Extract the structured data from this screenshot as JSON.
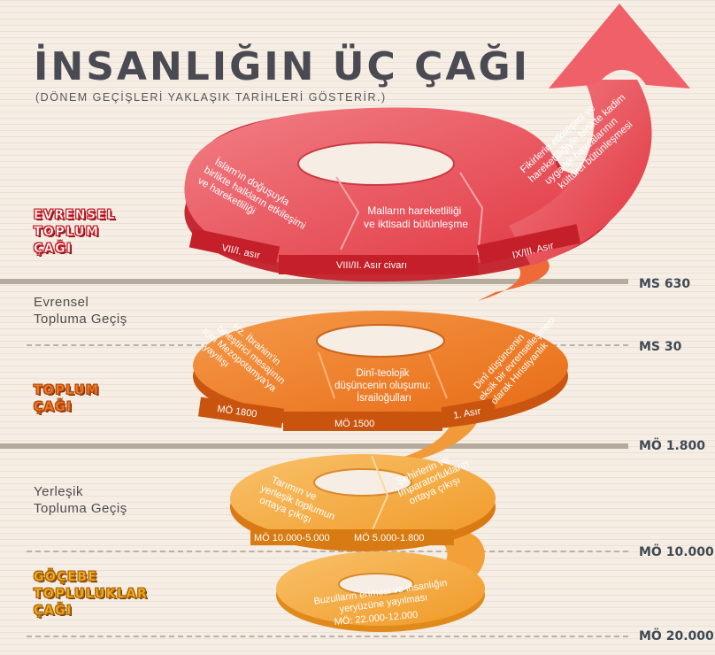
{
  "title": "İNSANLIĞIN ÜÇ ÇAĞI",
  "subtitle": "(DÖNEM GEÇİŞLERİ YAKLAŞIK TARİHLERİ GÖSTERİR.)",
  "eras": {
    "universal": [
      "EVRENSEL",
      "TOPLUM",
      "ÇAĞI"
    ],
    "society": [
      "TOPLUM",
      "ÇAĞI"
    ],
    "nomadic": [
      "GÖÇEBE",
      "TOPLULUKLAR",
      "ÇAĞI"
    ]
  },
  "transitions": {
    "universal": [
      "Evrensel",
      "Topluma Geçiş"
    ],
    "settled": [
      "Yerleşik",
      "Topluma Geçiş"
    ]
  },
  "markers": [
    "MS 630",
    "MS 30",
    "MÖ 1.800",
    "MÖ 10.000",
    "MÖ 20.000"
  ],
  "spiral": {
    "top": {
      "seg1_text": [
        "İslam'ın doğuşuyla",
        "birlikte halkların etkileşimi",
        "ve hareketliliği"
      ],
      "seg2_text": [
        "Malların hareketliliği",
        "ve iktisadi bütünleşme"
      ],
      "seg3_text": [
        "Fikirlerin etkileşimi ve",
        "hareketliliğiyle birlikte kadim",
        "uygarlık havzalarının",
        "kültürel bütünleşmesi"
      ],
      "date1": "VII/I. asır",
      "date2": "VIII/II. Asır civarı",
      "date3": "IX/III. Asır"
    },
    "middle": {
      "seg1_text": [
        "Hz. İbrahim'in",
        "birleştirici mesajının",
        "tüm Mezopotamya'ya",
        "yayılışı"
      ],
      "seg2_text": [
        "Dinî-teolojik",
        "düşüncenin oluşumu:",
        "İsrailoğulları"
      ],
      "seg3_text": [
        "Dinî düşüncenin",
        "eksik bir evrenselleşmesi",
        "olarak Hıristiyanlık"
      ],
      "date1": "MÖ 1800",
      "date2": "MÖ 1500",
      "date3": "1. Asır"
    },
    "lower": {
      "seg1_text": [
        "Tarımın ve",
        "yerleşik toplumun",
        "ortaya çıkışı"
      ],
      "seg2_text": [
        "Şehirlerin ve",
        "İmparatorlukların",
        "ortaya çıkışı"
      ],
      "date1": "MÖ 10.000-5.000",
      "date2": "MÖ 5.000-1.800"
    },
    "bottom": {
      "text": [
        "Buzulların erimesi ve insanlığın",
        "yeryüzüne yayılması"
      ],
      "date": "MÖ: 22.000-12.000"
    }
  },
  "colors": {
    "red": "#e8424a",
    "red_light": "#f07a80",
    "orange": "#f07e22",
    "orange_light": "#f6a55a",
    "yellow": "#f4a93a",
    "yellow_light": "#f9cb7a",
    "background": "#f6eee4"
  }
}
